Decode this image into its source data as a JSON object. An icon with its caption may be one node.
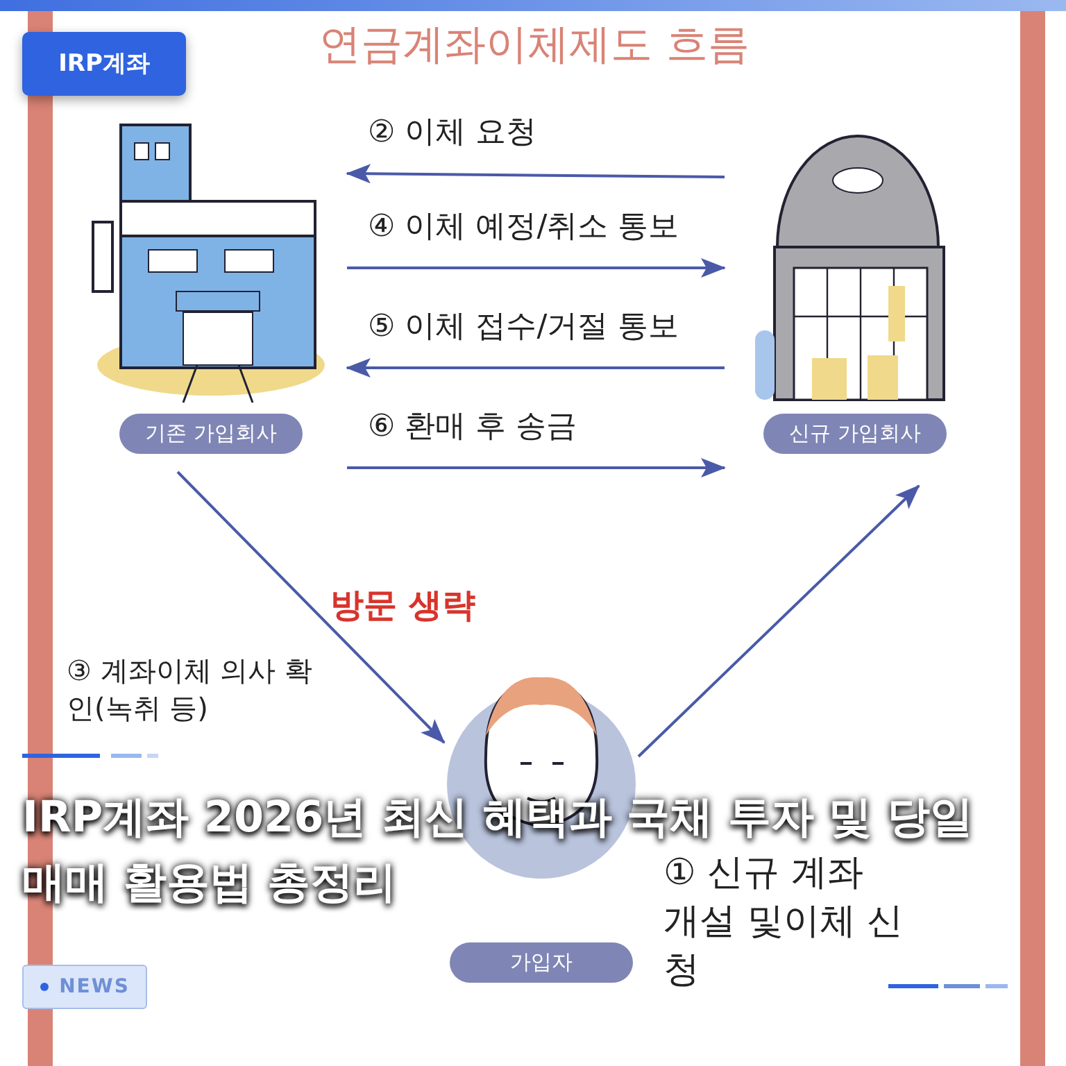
{
  "diagram": {
    "title": "연금계좌이체제도 흐름",
    "nodes": [
      {
        "text": [
          "기존 가입회사"
        ]
      },
      {
        "text": [
          "신규 가입회사"
        ]
      },
      {
        "text": [
          "가입자"
        ]
      }
    ],
    "edges": [
      {
        "from": 1,
        "to": 0,
        "arrow": "to",
        "label": "② 이체 요청"
      },
      {
        "from": 0,
        "to": 1,
        "arrow": "to",
        "label": "④ 이체 예정/취소 통보"
      },
      {
        "from": 1,
        "to": 0,
        "arrow": "to",
        "label": "⑤ 이체 접수/거절 통보"
      },
      {
        "from": 0,
        "to": 1,
        "arrow": "to",
        "label": "⑥ 환매 후 송금"
      },
      {
        "from": 0,
        "to": 2,
        "arrow": "to",
        "label": "③ 계좌이체 의사 확인(녹취 등)"
      },
      {
        "from": 2,
        "to": 1,
        "arrow": "to",
        "label": "① 신규 계좌 개설 및이체 신청"
      }
    ],
    "labels": [
      "IRP계좌 2026년 최신 혜택과 국채 투자 및 당일매매 활용법 총정리",
      "IRP계좌",
      "방문 생략",
      "NEWS"
    ]
  }
}
